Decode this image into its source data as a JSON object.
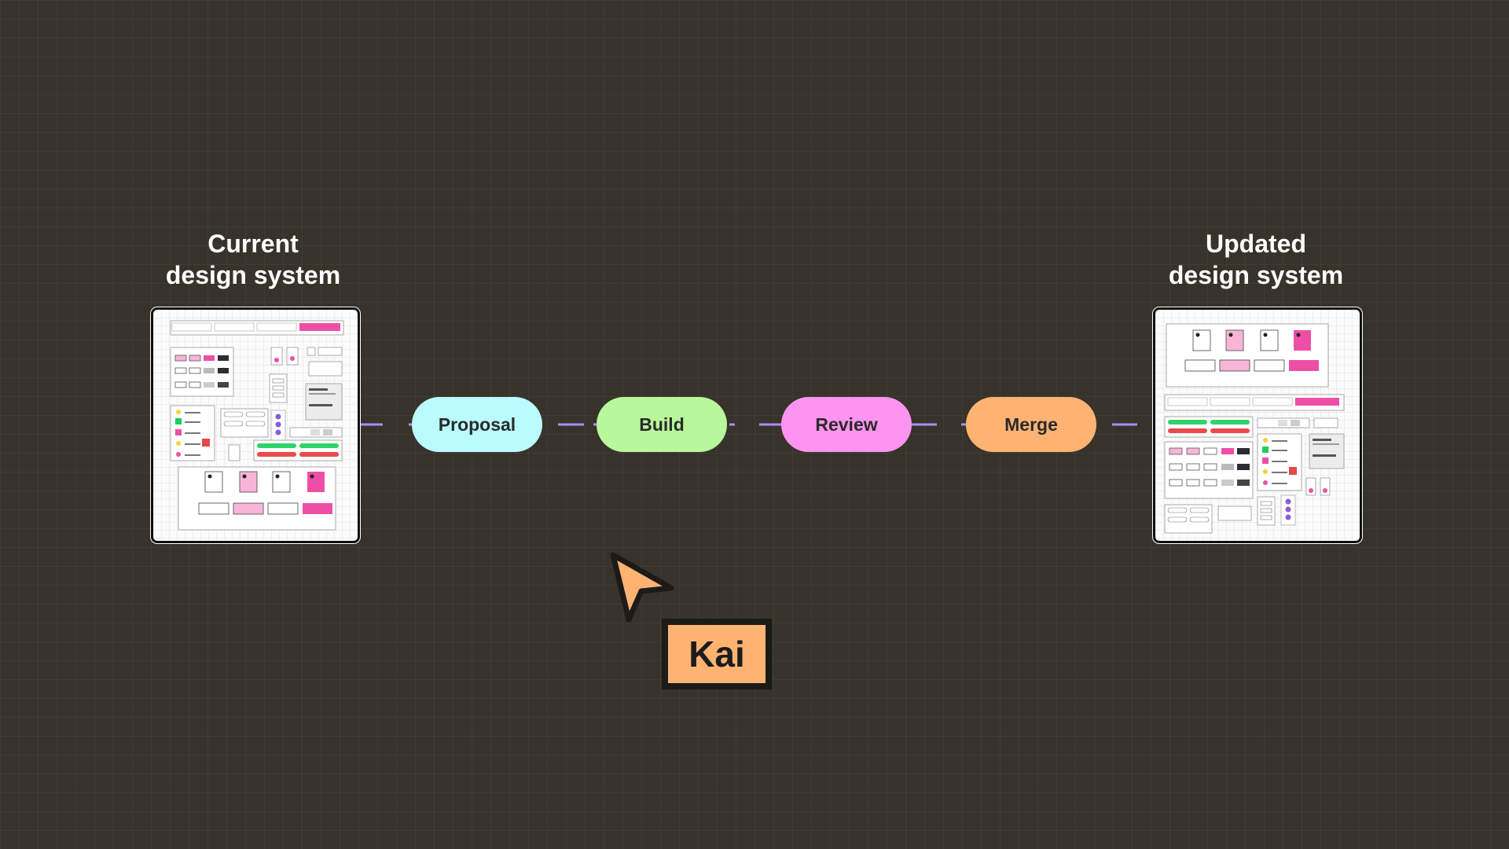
{
  "canvas": {
    "background": "#37322a",
    "grid_color": "#45403a",
    "connector_color": "#b08bff"
  },
  "left_card": {
    "heading_line1": "Current",
    "heading_line2": "design system"
  },
  "right_card": {
    "heading_line1": "Updated",
    "heading_line2": "design system"
  },
  "pipeline": {
    "steps": [
      {
        "label": "Proposal",
        "color": "#b9fbff"
      },
      {
        "label": "Build",
        "color": "#b8f79b"
      },
      {
        "label": "Review",
        "color": "#fd94ef"
      },
      {
        "label": "Merge",
        "color": "#ffb373"
      }
    ]
  },
  "collaborator": {
    "name": "Kai",
    "color": "#ffb373",
    "cursor_icon": "pointer-arrow-icon"
  }
}
